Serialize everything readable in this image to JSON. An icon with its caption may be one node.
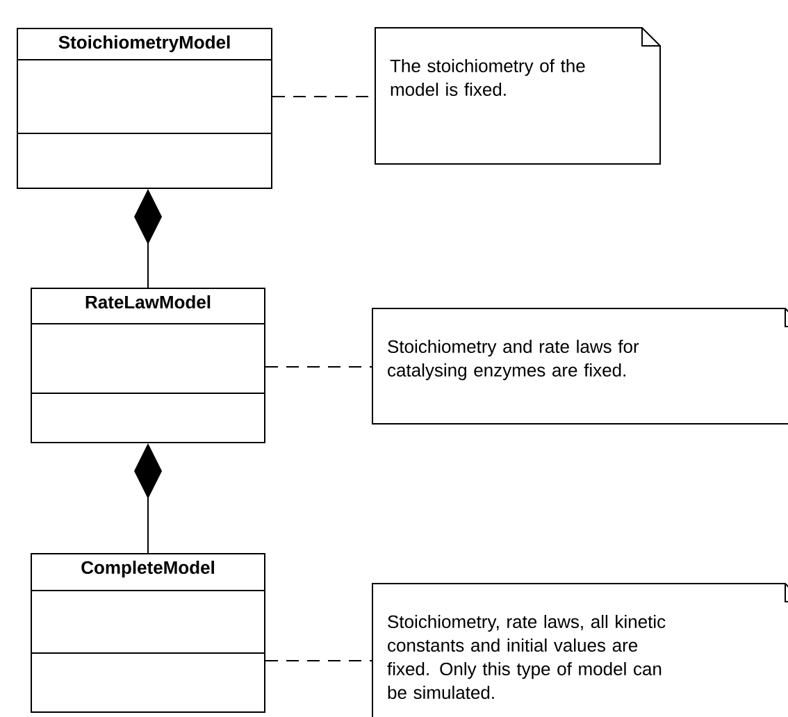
{
  "diagram": {
    "nodes": [
      {
        "text": [
          "StoichiometryModel"
        ]
      },
      {
        "text": [
          "The stoichiometry of the model is fixed."
        ]
      },
      {
        "text": [
          "RateLawModel"
        ]
      },
      {
        "text": [
          "Stoichiometry and rate laws for catalysing enzymes are fixed."
        ]
      },
      {
        "text": [
          "CompleteModel"
        ]
      },
      {
        "text": [
          "Stoichiometry, rate laws, all kinetic constants and initial values are fixed. Only this type of model can be simulated."
        ]
      }
    ],
    "edges": [
      {
        "from": 2,
        "to": 0,
        "arrow": "other"
      },
      {
        "from": 0,
        "to": 1,
        "arrow": "none",
        "style": "dashed"
      },
      {
        "from": 4,
        "to": 2,
        "arrow": "other"
      },
      {
        "from": 2,
        "to": 3,
        "arrow": "none",
        "style": "dashed"
      },
      {
        "from": 4,
        "to": 5,
        "arrow": "none",
        "style": "dashed"
      }
    ]
  }
}
